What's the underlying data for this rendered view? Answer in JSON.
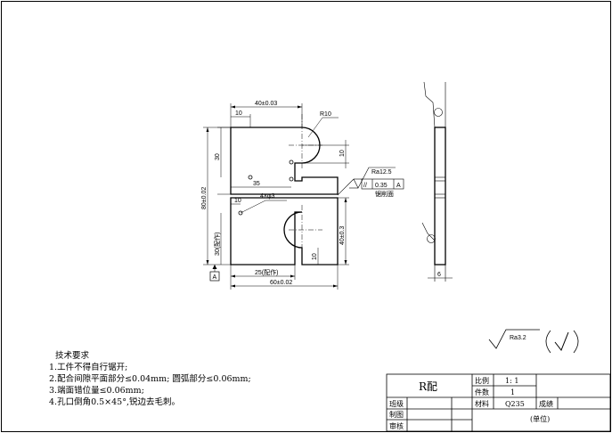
{
  "drawing": {
    "dims": {
      "width_40": "40±0.03",
      "slot_10_top": "10",
      "radius": "R10",
      "height_30": "30",
      "slot_10_right": "10",
      "overall_80": "80±0.02",
      "dist_35": "35",
      "hole_offset_10": "10",
      "holes": "4×φ3",
      "height_30_ref": "30(配作)",
      "height_40": "40±0.3",
      "depth_10": "10",
      "width_25": "25(配作)",
      "width_60": "60±0.02",
      "thickness_6": "6"
    },
    "datum": "A",
    "roughness_top": "Ra12.5",
    "flatness_symbol": "//",
    "flatness_value": "0.35",
    "flatness_datum": "A",
    "cut_face": "锯削面",
    "roughness_general": "Ra3.2"
  },
  "tech_req": {
    "title": "技术要求",
    "items": [
      "1.工件不得自行锯开;",
      "2.配合间隙平面部分≤0.04mm; 圆弧部分≤0.06mm;",
      "3.端面错位量≤0.06mm;",
      "4.孔口倒角0.5×45°,锐边去毛刺。"
    ]
  },
  "title_block": {
    "part_name": "R配",
    "scale_label": "比例",
    "scale_value": "1: 1",
    "count_label": "件数",
    "count_value": "1",
    "class_label": "班级",
    "material_label": "材料",
    "material_value": "Q235",
    "score_label": "成绩",
    "drawn_label": "制图",
    "checked_label": "审核",
    "unit_label": "(单位)"
  }
}
